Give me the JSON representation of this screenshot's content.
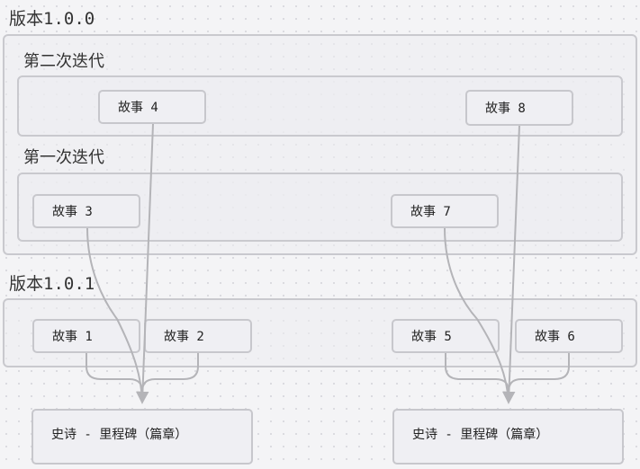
{
  "releases": [
    {
      "label": "版本1.0.0",
      "iterations": [
        {
          "label": "第二次迭代",
          "stories": [
            "故事 4",
            "故事 8"
          ]
        },
        {
          "label": "第一次迭代",
          "stories": [
            "故事 3",
            "故事 7"
          ]
        }
      ]
    },
    {
      "label": "版本1.0.1",
      "stories": [
        "故事 1",
        "故事 2",
        "故事 5",
        "故事 6"
      ]
    }
  ],
  "epics": [
    "史诗 - 里程碑（篇章）",
    "史诗 - 里程碑（篇章）"
  ],
  "colors": {
    "background": "#f4f4f6",
    "border": "#c9c9ce",
    "card": "#efeff3",
    "edge": "#b4b4b8"
  }
}
